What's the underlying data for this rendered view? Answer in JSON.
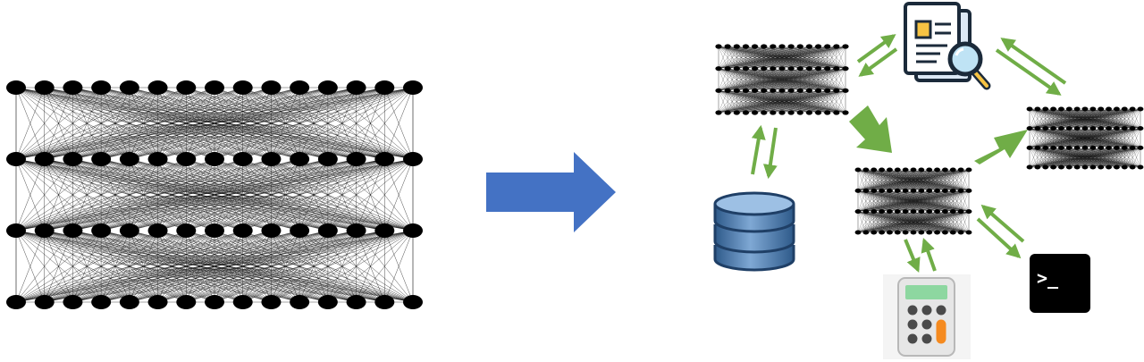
{
  "colors": {
    "big_arrow": "#4472C4",
    "flow_arrow": "#70AD47",
    "nodes": "#000000",
    "database_fill": "#4F7FB0",
    "database_dark": "#1F3F66",
    "calculator_body": "#E6E6E6",
    "calculator_screen": "#8DD7A0",
    "calculator_accent": "#F58A1F",
    "terminal_bg": "#000000",
    "document_tint": "#DCE8F5",
    "document_chip": "#F6C343"
  },
  "networks": [
    {
      "id": "big-network",
      "layers": 4,
      "nodes_per_layer": 15
    },
    {
      "id": "agent-network-1",
      "layers": 4,
      "nodes_per_layer": 15
    },
    {
      "id": "agent-network-2",
      "layers": 4,
      "nodes_per_layer": 15
    },
    {
      "id": "agent-network-3",
      "layers": 4,
      "nodes_per_layer": 15
    }
  ],
  "tools": [
    {
      "id": "document-search",
      "icon": "document-search-icon"
    },
    {
      "id": "database",
      "icon": "database-icon"
    },
    {
      "id": "calculator",
      "icon": "calculator-icon"
    },
    {
      "id": "terminal",
      "icon": "terminal-icon"
    }
  ],
  "terminal": {
    "prompt": ">_"
  }
}
